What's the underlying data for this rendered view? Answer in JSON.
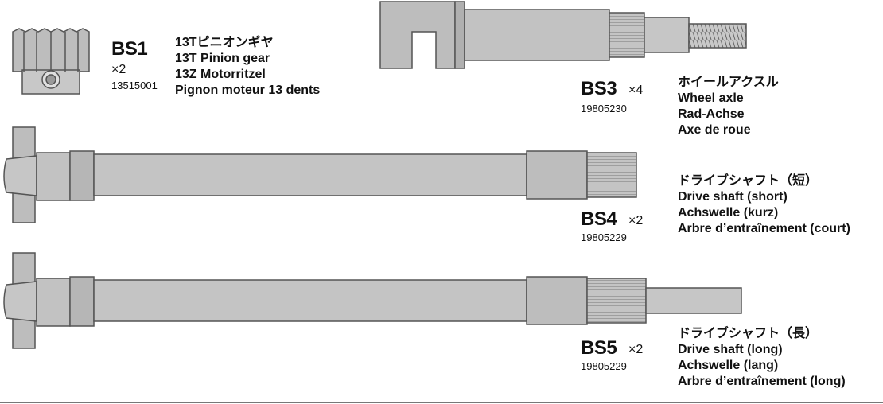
{
  "parts": [
    {
      "id": "BS1",
      "code": "BS1",
      "quantity": "×2",
      "part_number": "13515001",
      "names": [
        "13Tピニオンギヤ",
        "13T Pinion gear",
        "13Z Motorritzel",
        "Pignon moteur 13 dents"
      ]
    },
    {
      "id": "BS3",
      "code": "BS3",
      "quantity": "×4",
      "part_number": "19805230",
      "names": [
        "ホイールアクスル",
        "Wheel axle",
        "Rad-Achse",
        "Axe de roue"
      ]
    },
    {
      "id": "BS4",
      "code": "BS4",
      "quantity": "×2",
      "part_number": "19805229",
      "names": [
        "ドライブシャフト（短）",
        "Drive shaft (short)",
        "Achswelle (kurz)",
        "Arbre d’entraînement (court)"
      ]
    },
    {
      "id": "BS5",
      "code": "BS5",
      "quantity": "×2",
      "part_number": "19805229",
      "names": [
        "ドライブシャフト（長）",
        "Drive shaft (long)",
        "Achswelle (lang)",
        "Arbre d’entraînement (long)"
      ]
    }
  ],
  "colors": {
    "part_fill": "#bdbdbd",
    "part_stroke": "#555555",
    "text": "#111111"
  }
}
